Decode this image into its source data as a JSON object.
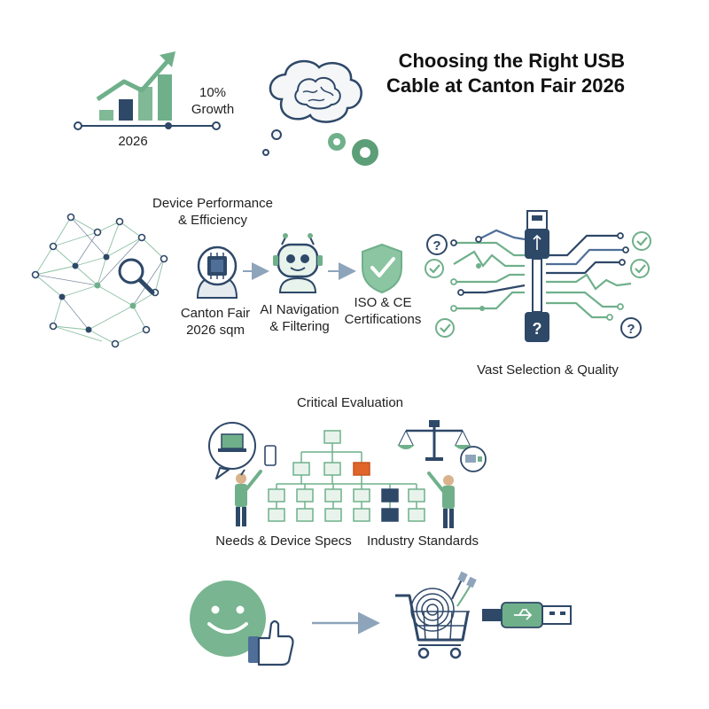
{
  "title": {
    "line1": "Choosing the Right USB",
    "line2": "Cable at Canton Fair 2026"
  },
  "growth": {
    "percent": "10%",
    "word": "Growth",
    "year": "2026"
  },
  "labels": {
    "device_perf_line1": "Device Performance",
    "device_perf_line2": "& Efficiency",
    "canton_line1": "Canton Fair",
    "canton_line2": "2026 sqm",
    "ai_line1": "AI Navigation",
    "ai_line2": "& Filtering",
    "iso_line1": "ISO & CE",
    "iso_line2": "Certifications",
    "vast": "Vast Selection & Quality",
    "critical": "Critical Evaluation",
    "needs": "Needs & Device Specs",
    "industry": "Industry Standards"
  },
  "colors": {
    "green": "#6fb08b",
    "light_green": "#b9dcc4",
    "navy": "#2e4868",
    "blue": "#4f6f99",
    "orange": "#e0652a"
  }
}
